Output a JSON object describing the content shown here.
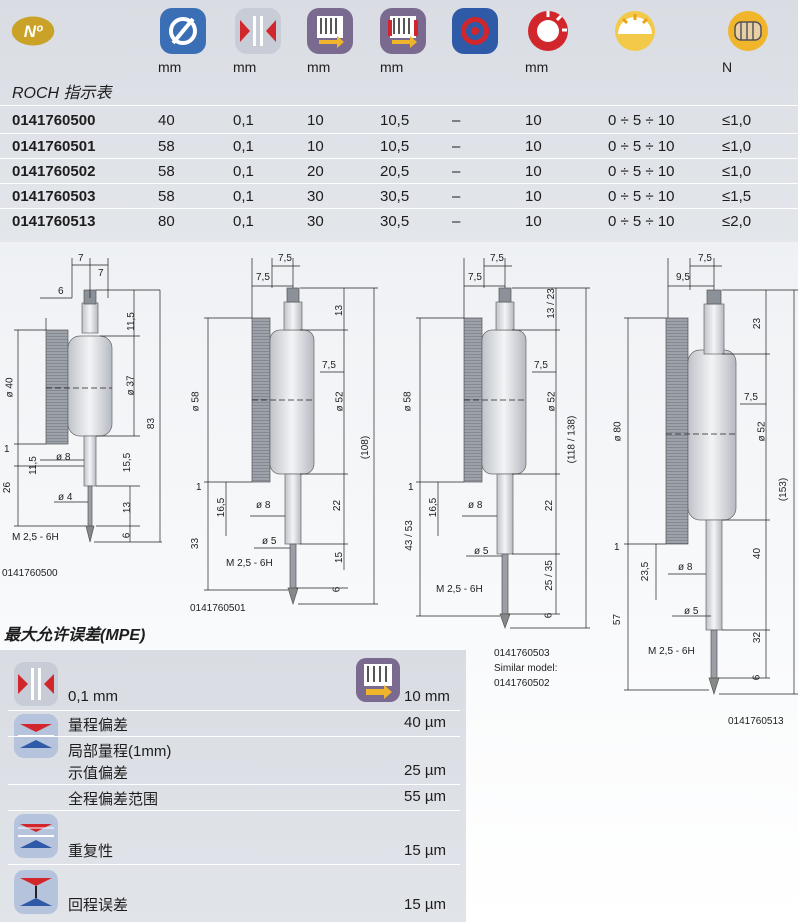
{
  "header": {
    "no_label": "Nº",
    "units": [
      "mm",
      "mm",
      "mm",
      "mm",
      "mm",
      "N"
    ],
    "title": "ROCH 指示表"
  },
  "rows": [
    {
      "pn": "0141760500",
      "c1": "40",
      "c2": "0,1",
      "c3": "10",
      "c4": "10,5",
      "c5": "–",
      "c6": "10",
      "c7": "0 ÷ 5 ÷ 10",
      "c8": "≤1,0"
    },
    {
      "pn": "0141760501",
      "c1": "58",
      "c2": "0,1",
      "c3": "10",
      "c4": "10,5",
      "c5": "–",
      "c6": "10",
      "c7": "0 ÷ 5 ÷ 10",
      "c8": "≤1,0"
    },
    {
      "pn": "0141760502",
      "c1": "58",
      "c2": "0,1",
      "c3": "20",
      "c4": "20,5",
      "c5": "–",
      "c6": "10",
      "c7": "0 ÷ 5 ÷ 10",
      "c8": "≤1,0"
    },
    {
      "pn": "0141760503",
      "c1": "58",
      "c2": "0,1",
      "c3": "30",
      "c4": "30,5",
      "c5": "–",
      "c6": "10",
      "c7": "0 ÷ 5 ÷ 10",
      "c8": "≤1,5"
    },
    {
      "pn": "0141760513",
      "c1": "80",
      "c2": "0,1",
      "c3": "30",
      "c4": "30,5",
      "c5": "–",
      "c6": "10",
      "c7": "0 ÷ 5 ÷ 10",
      "c8": "≤2,0"
    }
  ],
  "drawings": {
    "d1": {
      "id": "0141760500",
      "dims": [
        "7",
        "7",
        "6",
        "11,5",
        "ø 40",
        "ø 37",
        "83",
        "1",
        "11,5",
        "ø 8",
        "15,5",
        "26",
        "ø 4",
        "13",
        "M 2,5 - 6H",
        "6"
      ]
    },
    "d2": {
      "id": "0141760501",
      "dims": [
        "7,5",
        "7,5",
        "13",
        "7,5",
        "ø 58",
        "ø 52",
        "(108)",
        "1",
        "16,5",
        "ø 8",
        "22",
        "33",
        "ø 5",
        "15",
        "M 2,5 - 6H",
        "6"
      ]
    },
    "d3": {
      "id": "0141760503",
      "note1": "Similar model:",
      "note2": "0141760502",
      "dims": [
        "7,5",
        "7,5",
        "13 / 23",
        "7,5",
        "ø 58",
        "ø 52",
        "(118 / 138)",
        "1",
        "16,5",
        "ø 8",
        "22",
        "43 / 53",
        "ø 5",
        "25 / 35",
        "M 2,5 - 6H",
        "6"
      ]
    },
    "d4": {
      "id": "0141760513",
      "dims": [
        "7,5",
        "9,5",
        "23",
        "7,5",
        "ø 80",
        "ø 52",
        "(153)",
        "1",
        "23,5",
        "ø 8",
        "40",
        "57",
        "ø 5",
        "32",
        "M 2,5 - 6H",
        "6"
      ]
    }
  },
  "mpe": {
    "title": "最大允许误差(MPE)",
    "resolution": "0,1 mm",
    "range": "10 mm",
    "items": [
      {
        "label": "量程偏差",
        "value": "40 µm"
      },
      {
        "label": "局部量程(1mm)",
        "value": ""
      },
      {
        "label": "示值偏差",
        "value": "25 µm"
      },
      {
        "label": "全程偏差范围",
        "value": "55 µm"
      },
      {
        "label": "重复性",
        "value": "15 µm"
      },
      {
        "label": "回程误差",
        "value": "15 µm"
      }
    ]
  }
}
